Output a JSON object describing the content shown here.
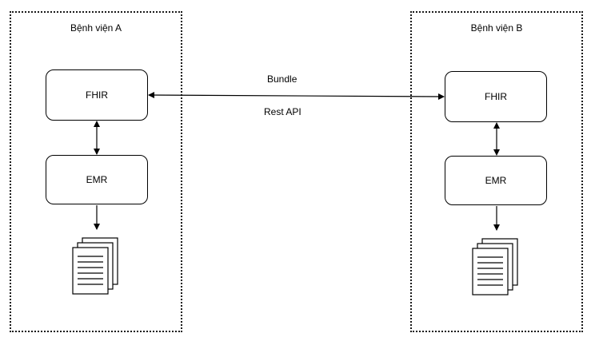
{
  "hospitals": {
    "a": {
      "title": "Bệnh viện A",
      "fhir_label": "FHIR",
      "emr_label": "EMR"
    },
    "b": {
      "title": "Bệnh viện B",
      "fhir_label": "FHIR",
      "emr_label": "EMR"
    }
  },
  "exchange": {
    "top_label": "Bundle",
    "bottom_label": "Rest API"
  },
  "icons": {
    "documents": "document-stack-icon"
  }
}
